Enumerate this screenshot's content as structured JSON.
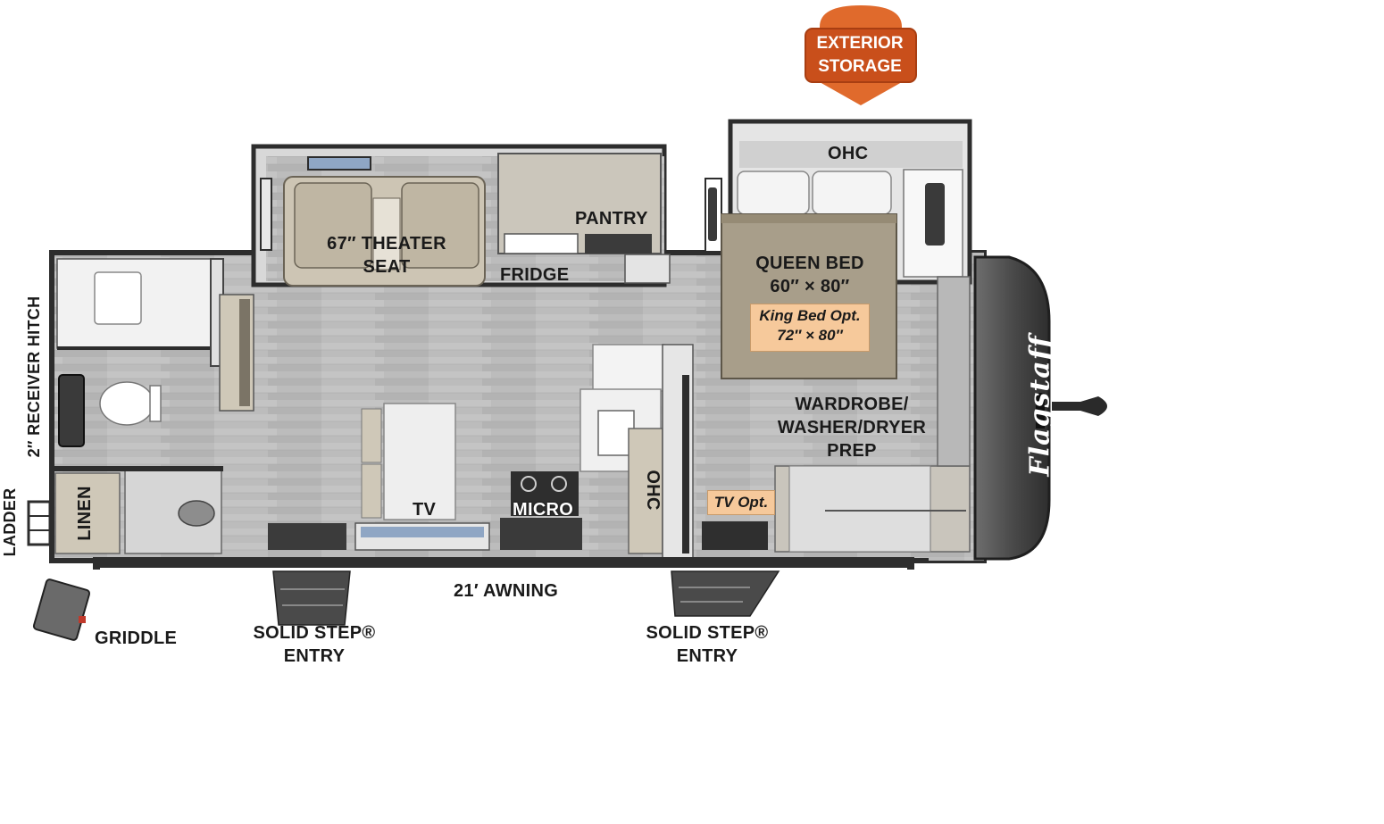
{
  "floorplan": {
    "brand": "Flagstaff",
    "callout": {
      "line1": "EXTERIOR",
      "line2": "STORAGE",
      "color": "#e06a2c"
    },
    "labels": {
      "ohc_top": "OHC",
      "pantry": "PANTRY",
      "theater_line1": "67″ THEATER",
      "theater_line2": "SEAT",
      "fridge": "FRIDGE",
      "queen_line1": "QUEEN BED",
      "queen_line2": "60″ × 80″",
      "king_line1": "King Bed Opt.",
      "king_line2": "72″ × 80″",
      "wardrobe_line1": "WARDROBE/",
      "wardrobe_line2": "WASHER/DRYER",
      "wardrobe_line3": "PREP",
      "tv": "TV",
      "micro": "MICRO",
      "ohc_side": "OHC",
      "tv_opt": "TV Opt.",
      "linen": "LINEN",
      "hitch": "2″ RECEIVER HITCH",
      "ladder": "LADDER",
      "awning": "21′ AWNING",
      "griddle": "GRIDDLE",
      "step1_line1": "SOLID STEP®",
      "step1_line2": "ENTRY",
      "step2_line1": "SOLID STEP®",
      "step2_line2": "ENTRY"
    },
    "colors": {
      "floor": "#b8b8b8",
      "wall": "#2d2d2d",
      "cabinet": "#c8c3b8",
      "bed": "#a89e8a",
      "badge": "#f6c99b"
    }
  }
}
